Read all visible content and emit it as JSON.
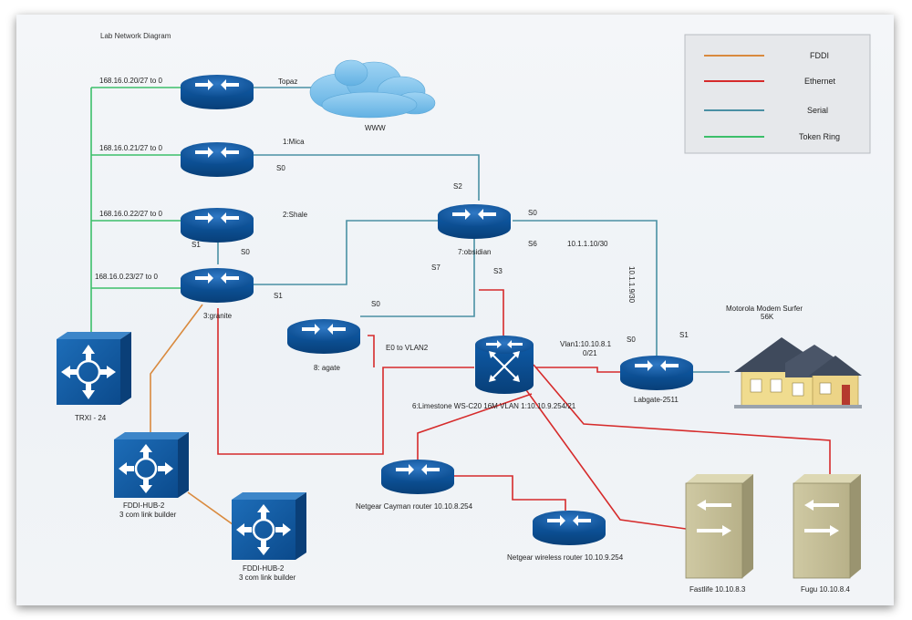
{
  "title": "Lab Network Diagram",
  "legend": {
    "items": [
      {
        "label": "FDDI",
        "color": "#d98a3e"
      },
      {
        "label": "Ethernet",
        "color": "#d62b2b"
      },
      {
        "label": "Serial",
        "color": "#4a90a4"
      },
      {
        "label": "Token Ring",
        "color": "#3cbf6a"
      }
    ]
  },
  "cloud": {
    "label": "WWW",
    "icon": "cloud-icon"
  },
  "routers": {
    "topaz": {
      "label": "Topaz"
    },
    "mica": {
      "label": "1:Mica"
    },
    "shale": {
      "label": "2:Shale"
    },
    "granite": {
      "label": "3:granite"
    },
    "agate": {
      "label": "8: agate"
    },
    "obsidian": {
      "label": "7:obsidian"
    },
    "labgate": {
      "label": "Labgate-2511"
    },
    "cayman": {
      "label": "Netgear Cayman router 10.10.8.254"
    },
    "wireless": {
      "label": "Netgear wireless router 10.10.9.254"
    }
  },
  "switch": {
    "label": "6:Limestone WS-C20 16M VLAN 1:10.10.9.254/21"
  },
  "hubs": {
    "trxi": {
      "label": "TRXI - 24"
    },
    "fddi1": {
      "label1": "FDDI-HUB-2",
      "label2": "3 com link builder"
    },
    "fddi2": {
      "label1": "FDDI-HUB-2",
      "label2": "3 com link builder"
    }
  },
  "servers": {
    "fastlife": {
      "label": "Fastlife 10.10.8.3"
    },
    "fugu": {
      "label": "Fugu 10.10.8.4"
    }
  },
  "house": {
    "label1": "Motorola Modem Surfer",
    "label2": "56K"
  },
  "token_ring_labels": [
    "168.16.0.20/27 to 0",
    "168.16.0.21/27 to 0",
    "168.16.0.22/27 to 0",
    "168.16.0.23/27 to 0"
  ],
  "port_labels": {
    "mica_s0": "S0",
    "shale_s1": "S1",
    "shale_s0": "S0",
    "granite_s1": "S1",
    "agate_s0": "S0",
    "obs_s2": "S2",
    "obs_s0": "S0",
    "obs_s6": "S6",
    "obs_s7": "S7",
    "obs_s3": "S3",
    "serial_ip1": "10.1.1.10/30",
    "serial_ip2": "10.1.1.9/30",
    "e0_vlan": "E0 to VLAN2",
    "vlan1_a": "Vlan1:10.10.8.1",
    "vlan1_b": "0/21",
    "lab_s0": "S0",
    "lab_s1": "S1"
  }
}
